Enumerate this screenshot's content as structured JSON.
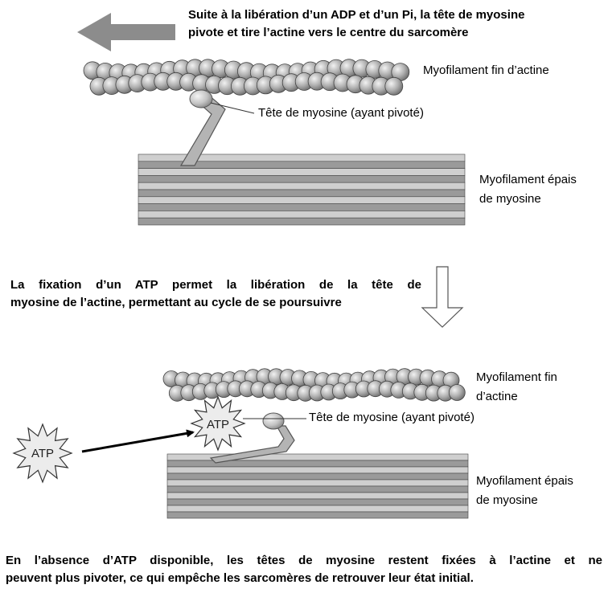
{
  "step1": {
    "pre": "Suite à la libération d’un ",
    "adp": "ADP",
    "mid": " et d’un ",
    "pi": "Pi",
    "post": ", la tête de myosine",
    "line2": "pivote et tire l’actine vers le centre du sarcomère"
  },
  "labels": {
    "actin_top": "Myofilament fin d’actine",
    "head_top": "Tête de myosine (ayant pivoté)",
    "thick_top_1": "Myofilament épais",
    "thick_top_2": "de myosine",
    "actin_bottom_1": "Myofilament fin",
    "actin_bottom_2": "d’actine",
    "head_bottom": "Tête de myosine (ayant pivoté)",
    "thick_bottom_1": "Myofilament épais",
    "thick_bottom_2": "de myosine",
    "atp": "ATP",
    "atp_bound": "ATP"
  },
  "step2": {
    "pre": "La fixation d’un ",
    "atp": "ATP",
    "post": " permet la libération de la tête de",
    "line2": "myosine de l’actine, permettant au cycle de se poursuivre"
  },
  "conclusion": {
    "pre": "En l’absence d’",
    "atp": "ATP",
    "post": " disponible, les têtes de myosine restent fixées à l’actine et ne",
    "line2": "peuvent plus pivoter, ce qui empêche les sarcomères de retrouver leur état initial."
  }
}
